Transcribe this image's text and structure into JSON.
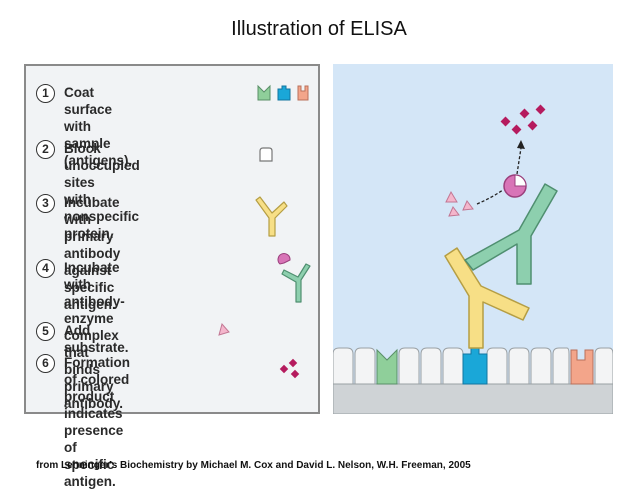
{
  "title": "Illustration of ELISA",
  "steps": [
    {
      "number": "1",
      "text": "Coat surface with sample\n(antigens)."
    },
    {
      "number": "2",
      "text": "Block unoccupied sites\nwith nonspecific protein."
    },
    {
      "number": "3",
      "text": "Incubate with primary\nantibody against specific\nantigen."
    },
    {
      "number": "4",
      "text": "Incubate with\nantibody-enzyme complex\nthat binds primary antibody."
    },
    {
      "number": "5",
      "text": "Add substrate."
    },
    {
      "number": "6",
      "text": "Formation of colored\nproduct indicates presence\nof specific antigen."
    }
  ],
  "credit": "from Lehninger's Biochemistry by Michael M. Cox and David L. Nelson, W.H. Freeman, 2005",
  "colors": {
    "antigen_green": "#8fcf9a",
    "antigen_blue": "#1aa7d8",
    "antigen_orange": "#f3a58a",
    "primary_antibody": "#f7df86",
    "secondary_antibody": "#8dcfae",
    "enzyme": "#d874b7",
    "substrate": "#f4b6cc",
    "product": "#b51b5e",
    "scene_background": "#d4e6f7",
    "surface": "#cfd3d6"
  }
}
